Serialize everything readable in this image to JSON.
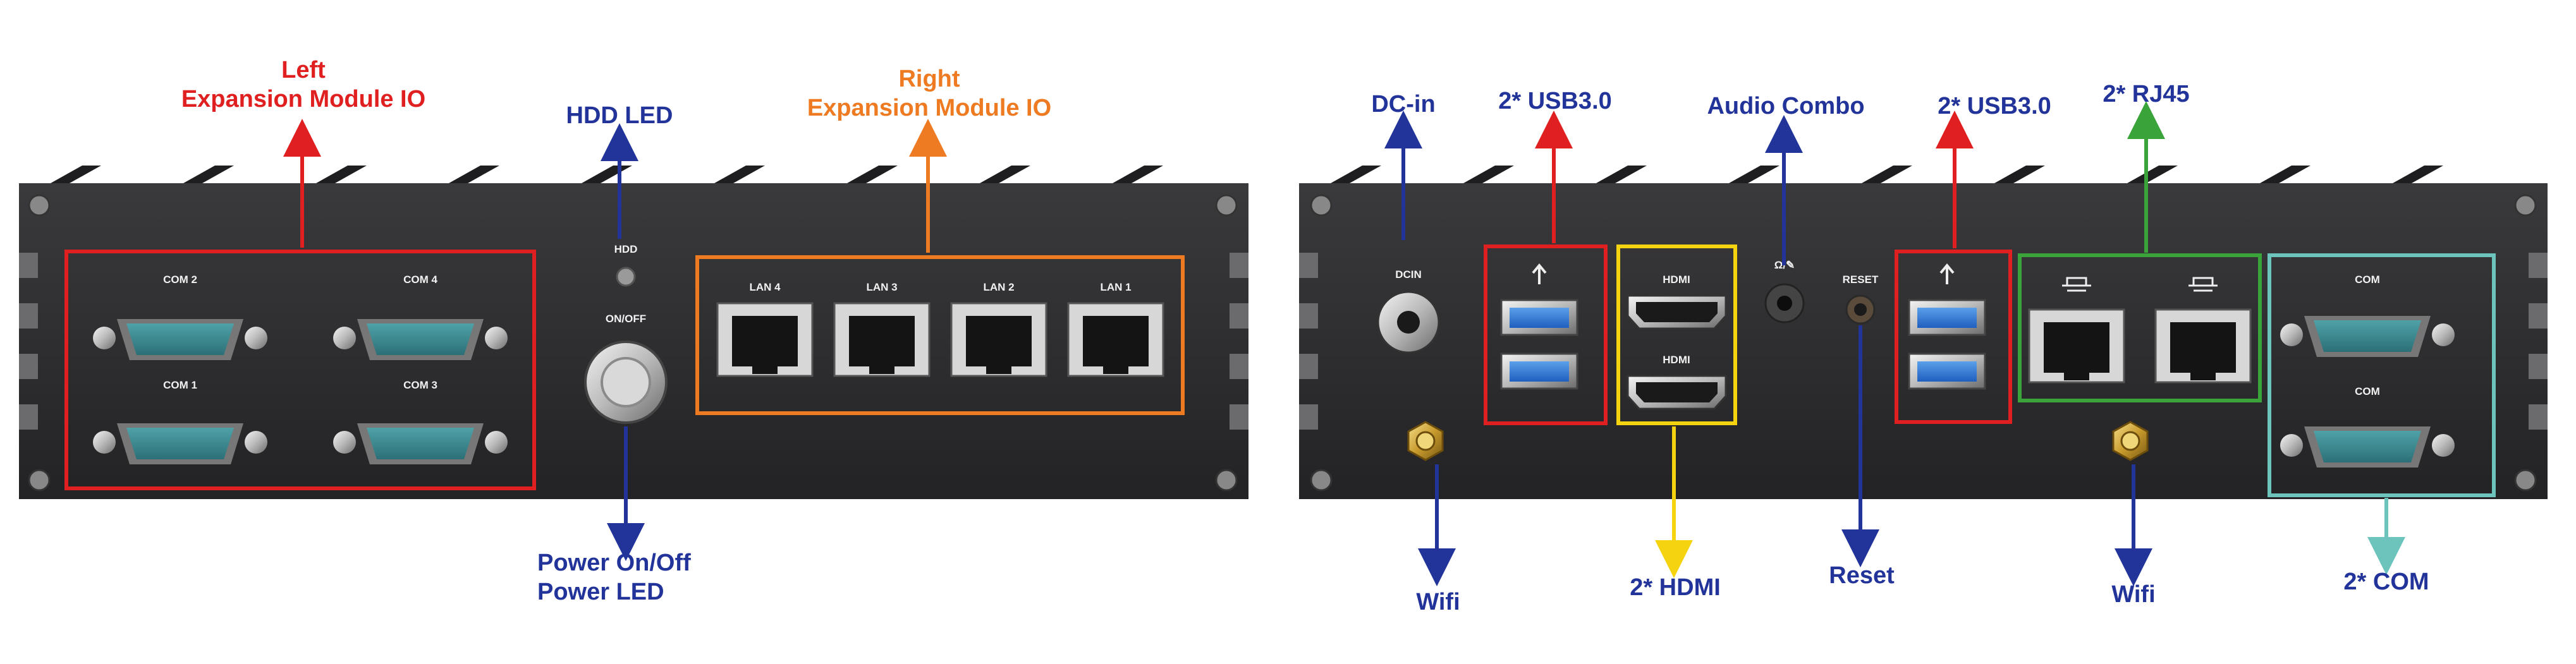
{
  "left_panel": {
    "callouts": {
      "left_expansion_line1": "Left",
      "left_expansion_line2": "Expansion Module IO",
      "hdd_led": "HDD LED",
      "right_expansion_line1": "Right",
      "right_expansion_line2": "Expansion Module IO",
      "power_line1": "Power On/Off",
      "power_line2": "Power LED"
    },
    "silkscreen": {
      "com2": "COM 2",
      "com4": "COM 4",
      "com1": "COM 1",
      "com3": "COM 3",
      "hdd": "HDD",
      "onoff": "ON/OFF",
      "lan4": "LAN 4",
      "lan3": "LAN 3",
      "lan2": "LAN 2",
      "lan1": "LAN 1"
    }
  },
  "right_panel": {
    "callouts": {
      "dc_in": "DC-in",
      "usb_left": "2* USB3.0",
      "audio_combo": "Audio Combo",
      "usb_right": "2* USB3.0",
      "rj45": "2* RJ45",
      "wifi_left": "Wifi",
      "hdmi": "2* HDMI",
      "reset": "Reset",
      "wifi_right": "Wifi",
      "com": "2* COM"
    },
    "silkscreen": {
      "dcin": "DCIN",
      "hdmi_top": "HDMI",
      "hdmi_bottom": "HDMI",
      "reset": "RESET",
      "com_top": "COM",
      "com_bottom": "COM"
    }
  },
  "colors": {
    "blue": "#22349a",
    "red": "#e02020",
    "orange": "#ee7a22",
    "yellow": "#f5d30f",
    "green": "#3aa33a",
    "teal": "#6cc4bd",
    "chassis": "#2b2b2d"
  }
}
